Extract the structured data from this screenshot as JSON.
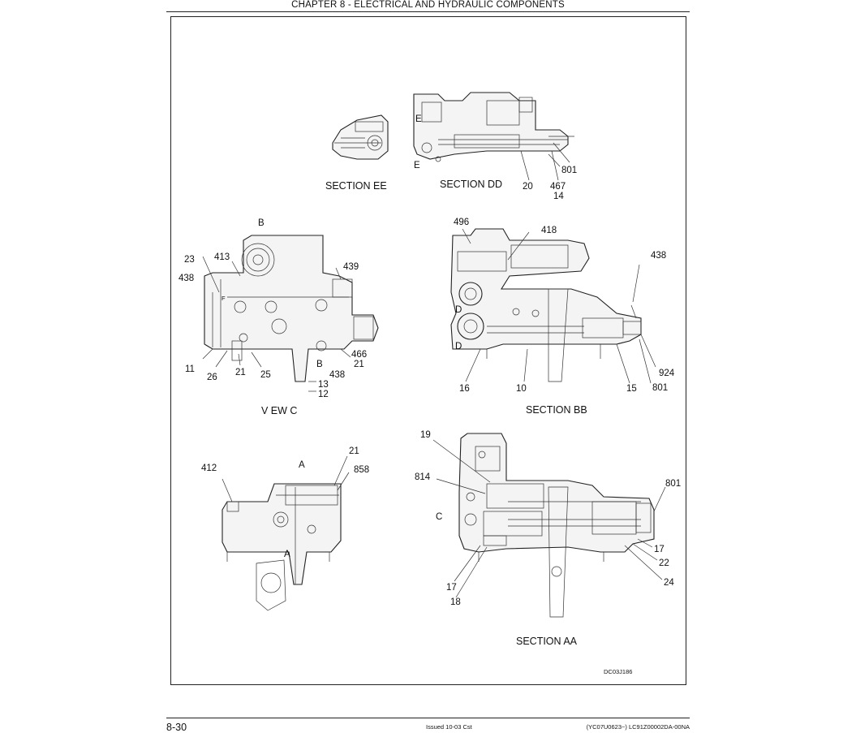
{
  "header": {
    "title": "CHAPTER 8 - ELECTRICAL AND HYDRAULIC COMPONENTS"
  },
  "footer": {
    "page_number": "8-30",
    "issued": "Issued 10-03   Cst",
    "code": "(YC07U0623~)   LC91Z00002DA-00NA"
  },
  "figure_id": "DC03J186",
  "views": {
    "section_ee": {
      "caption": "SECTION EE"
    },
    "section_dd": {
      "caption": "SECTION DD",
      "callouts": [
        "801",
        "20",
        "467",
        "14"
      ],
      "markers": [
        "E",
        "E"
      ]
    },
    "view_c": {
      "caption": "V EW C",
      "callouts": [
        "23",
        "413",
        "438",
        "439",
        "466",
        "21",
        "11",
        "26",
        "21",
        "25",
        "438",
        "13",
        "12"
      ],
      "markers": [
        "B",
        "B",
        "F"
      ]
    },
    "section_bb": {
      "caption": "SECTION BB",
      "callouts": [
        "496",
        "418",
        "438",
        "924",
        "801",
        "16",
        "10",
        "15"
      ],
      "markers": [
        "D",
        "D"
      ]
    },
    "view_a": {
      "callouts": [
        "412",
        "21",
        "858"
      ],
      "markers": [
        "A",
        "A"
      ]
    },
    "section_aa": {
      "caption": "SECTION AA",
      "callouts": [
        "19",
        "814",
        "801",
        "17",
        "22",
        "24",
        "17",
        "18"
      ],
      "markers": [
        "C"
      ]
    }
  }
}
